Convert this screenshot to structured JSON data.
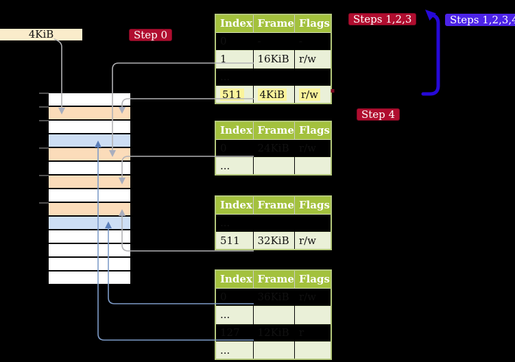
{
  "address_box": {
    "label": "4KiB"
  },
  "badges": {
    "step0": "Step 0",
    "steps123": "Steps 1,2,3",
    "steps1234": "Steps 1,2,3,4",
    "step4": "Step 4"
  },
  "memory": {
    "rows": [
      "free",
      "table",
      "free",
      "page",
      "table",
      "free",
      "table",
      "free",
      "table",
      "page",
      "free",
      "free",
      "free",
      "free"
    ]
  },
  "tables": [
    {
      "name": "level-4-page-table",
      "headers": [
        "Index",
        "Frame",
        "Flags"
      ],
      "rows": [
        {
          "cells": [
            "0",
            "-",
            "-"
          ],
          "shade": false,
          "highlight": false
        },
        {
          "cells": [
            "1",
            "16KiB",
            "r/w"
          ],
          "shade": true,
          "highlight": false
        },
        {
          "cells": [
            "...",
            "",
            ""
          ],
          "shade": false,
          "highlight": false
        },
        {
          "cells": [
            "511",
            "4KiB",
            "r/w"
          ],
          "shade": true,
          "highlight": true
        }
      ]
    },
    {
      "name": "level-3-page-table",
      "headers": [
        "Index",
        "Frame",
        "Flags"
      ],
      "rows": [
        {
          "cells": [
            "0",
            "24KiB",
            "r/w"
          ],
          "shade": false,
          "highlight": false
        },
        {
          "cells": [
            "...",
            "",
            ""
          ],
          "shade": true,
          "highlight": false
        }
      ]
    },
    {
      "name": "level-2-page-table",
      "headers": [
        "Index",
        "Frame",
        "Flags"
      ],
      "rows": [
        {
          "cells": [
            "...",
            "",
            ""
          ],
          "shade": false,
          "highlight": false
        },
        {
          "cells": [
            "511",
            "32KiB",
            "r/w"
          ],
          "shade": true,
          "highlight": false
        }
      ]
    },
    {
      "name": "level-1-page-table",
      "headers": [
        "Index",
        "Frame",
        "Flags"
      ],
      "rows": [
        {
          "cells": [
            "0",
            "36KiB",
            "r/w"
          ],
          "shade": false,
          "highlight": false
        },
        {
          "cells": [
            "...",
            "",
            ""
          ],
          "shade": true,
          "highlight": false
        },
        {
          "cells": [
            "127",
            "12KiB",
            "r"
          ],
          "shade": false,
          "highlight": false
        },
        {
          "cells": [
            "...",
            "",
            ""
          ],
          "shade": true,
          "highlight": false
        }
      ]
    }
  ],
  "colors": {
    "background": "#000000",
    "header-green": "#a3c13d",
    "pale-green": "#eaf0d8",
    "table-border": "#b5c97c",
    "row-divider": "#d9e3bb",
    "peach": "#fbdcba",
    "page-blue": "#cddef4",
    "cream": "#faeccb",
    "yellow-hl": "#fbf49b",
    "crimson": "#b00d2f",
    "crimson-border": "#7c0a22",
    "violet": "#4c23e8",
    "deep-blue": "#2609d8",
    "gray-line": "#b3b3b6",
    "gray-head": "#a9aebe",
    "steel-line": "#7e9cc9",
    "steel-head": "#5d80ba",
    "tick": "#6f6f6f"
  }
}
